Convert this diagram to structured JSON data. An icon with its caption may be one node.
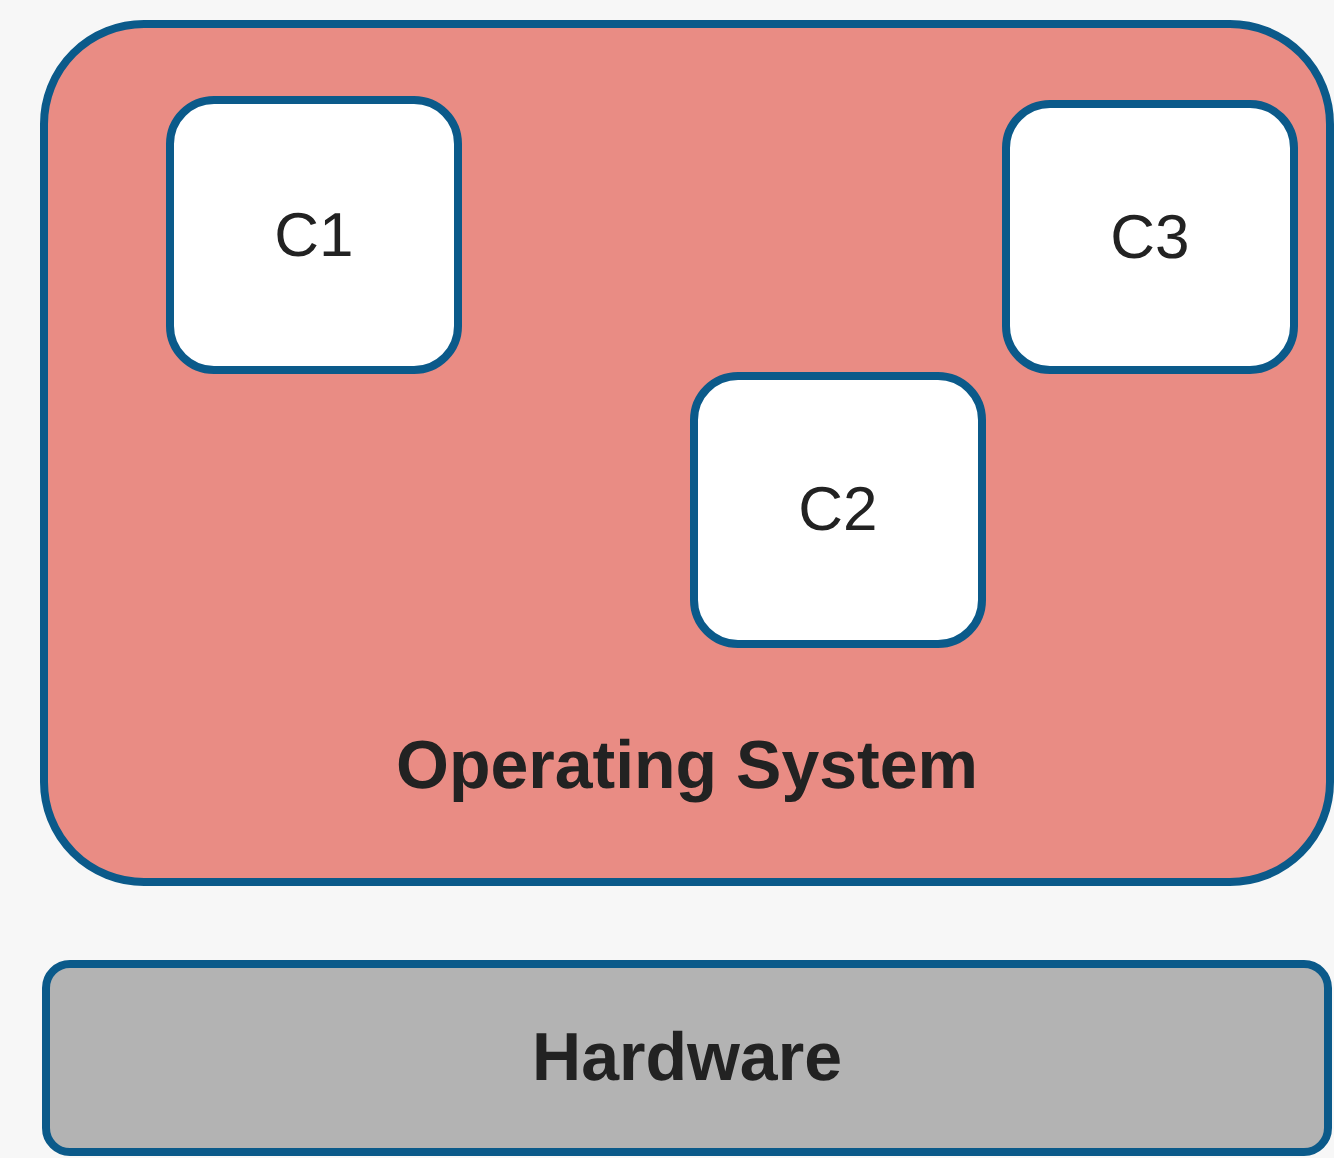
{
  "diagram": {
    "nodes": [
      {
        "text": [
          "Operating System"
        ]
      },
      {
        "text": [
          "C1"
        ],
        "in": 0
      },
      {
        "text": [
          "C3"
        ],
        "in": 0
      },
      {
        "text": [
          "C2"
        ],
        "in": 0
      },
      {
        "text": [
          "Hardware"
        ]
      }
    ],
    "edges": []
  }
}
